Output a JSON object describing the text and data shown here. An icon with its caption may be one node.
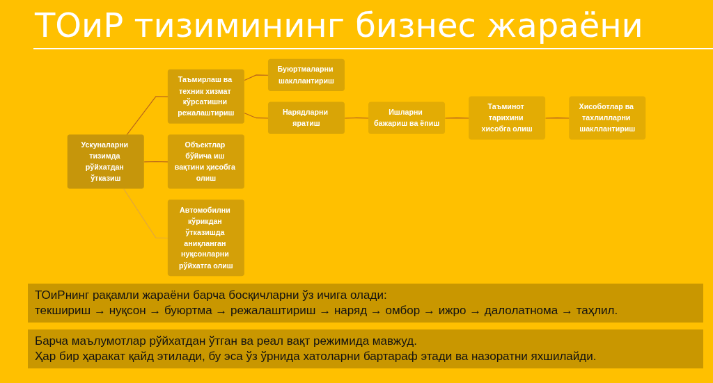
{
  "diagram": {
    "title": "ТОиР тизимининг бизнес жараёни",
    "nodes": [
      {
        "text": [
          "Ускуналарни тизимда рўйхатдан ўтказиш"
        ]
      },
      {
        "text": [
          "Таъмирлаш ва техник хизмат кўрсатишни режалаштириш"
        ]
      },
      {
        "text": [
          "Объектлар бўйича иш вақтини ҳисобга олиш"
        ]
      },
      {
        "text": [
          "Автомобилни кўрикдан ўтказишда аниқланган нуқсонларни рўйхатга олиш"
        ]
      },
      {
        "text": [
          "Буюртмаларни шакллантириш"
        ]
      },
      {
        "text": [
          "Нарядларни яратиш"
        ]
      },
      {
        "text": [
          "Ишларни бажариш ва ёпиш"
        ]
      },
      {
        "text": [
          "Таъминот тарихини хисобга олиш"
        ]
      },
      {
        "text": [
          "Хисоботлар ва тахлилларни шакллантириш"
        ]
      }
    ],
    "edges": [
      {
        "from": 0,
        "to": 1,
        "arrow": "none"
      },
      {
        "from": 0,
        "to": 2,
        "arrow": "none"
      },
      {
        "from": 0,
        "to": 3,
        "arrow": "none",
        "color": "#e2a83c"
      },
      {
        "from": 1,
        "to": 4,
        "arrow": "none"
      },
      {
        "from": 1,
        "to": 5,
        "arrow": "none"
      },
      {
        "from": 5,
        "to": 6,
        "arrow": "none"
      },
      {
        "from": 6,
        "to": 7,
        "arrow": "none"
      },
      {
        "from": 7,
        "to": 8,
        "arrow": "none"
      }
    ],
    "labels": [
      "ТОиРнинг рақамли жараёни барча босқичларни ўз ичига олади:",
      "текшириш → нуқсон → буюртма → режалаштириш → наряд → омбор → ижро → далолатнома → таҳлил.",
      "Барча маълумотлар рўйхатдан ўтган ва реал вақт режимида мавжуд.",
      "Ҳар бир ҳаракат қайд этилади, бу эса ўз ўрнида хатоларни бартараф этади ва назоратни яхшилайди."
    ]
  }
}
